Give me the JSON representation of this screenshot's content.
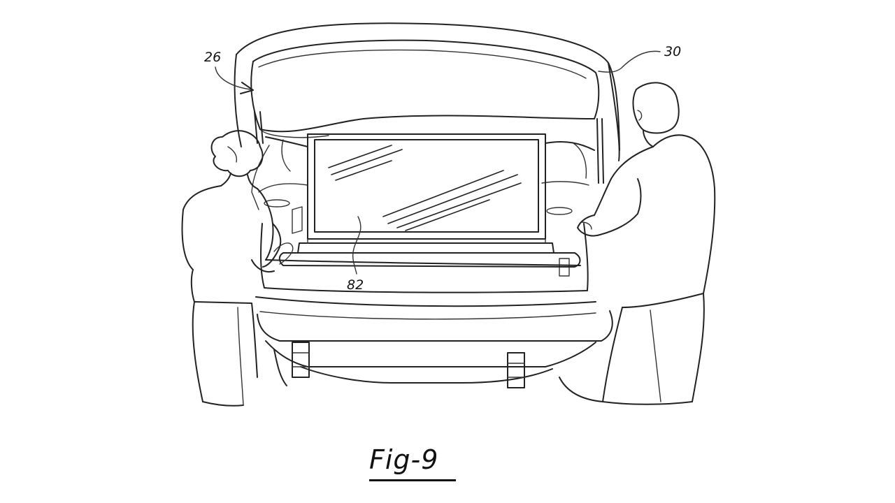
{
  "figure": {
    "label": "Fig-9",
    "reference_numerals": {
      "tailgate_door": "26",
      "vehicle_body": "30",
      "display_screen": "82"
    }
  }
}
